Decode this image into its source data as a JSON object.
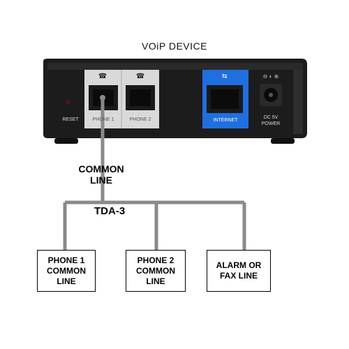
{
  "device": {
    "title": "VOiP DEVICE",
    "reset_label": "RESET",
    "port1_label": "PHONE 1",
    "port2_label": "PHONE 2",
    "internet_label": "INTERNET",
    "power_label_1": "DC 5V",
    "power_label_2": "POWER"
  },
  "wiring": {
    "common_line": "COMMON\nLINE",
    "splitter": "TDA-3"
  },
  "boxes": [
    {
      "label": "PHONE 1\nCOMMON\nLINE"
    },
    {
      "label": "PHONE 2\nCOMMON\nLINE"
    },
    {
      "label": "ALARM OR\nFAX LINE"
    }
  ],
  "colors": {
    "device_body": "#1c1c1c",
    "port_panel": "#d9d9d9",
    "internet_panel": "#1f6fe0",
    "wire": "#8a8a8a"
  }
}
